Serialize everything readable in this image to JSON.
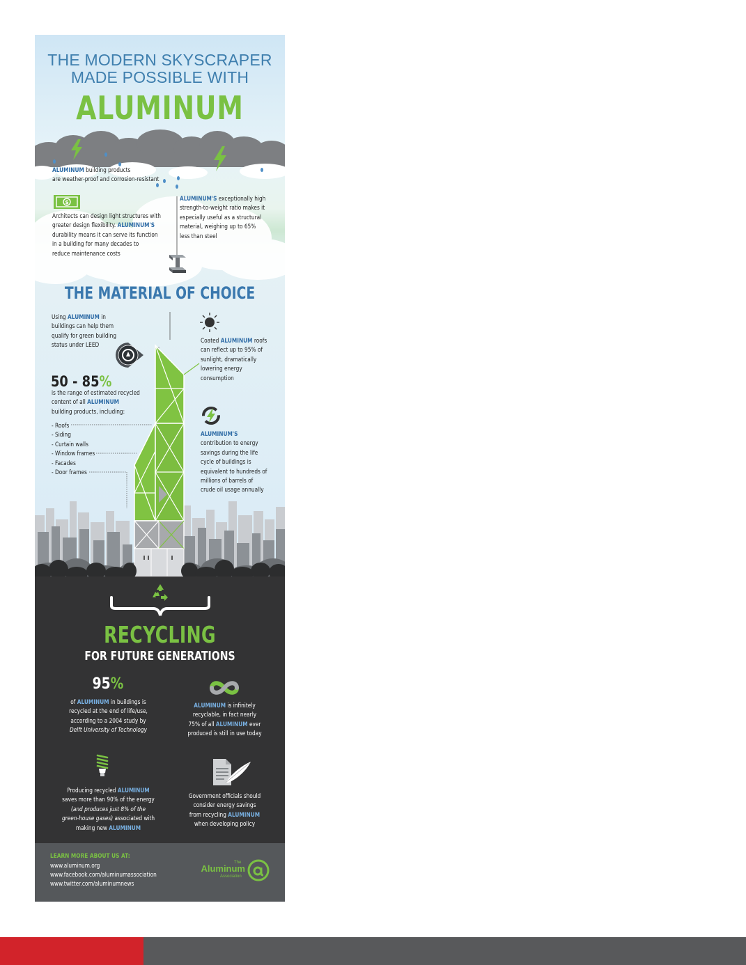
{
  "header": {
    "line1": "THE MODERN SKYSCRAPER",
    "line2": "MADE POSSIBLE WITH",
    "highlight": "ALUMINUM"
  },
  "clouds_section": {
    "weatherproof": {
      "hl": "ALUMINUM",
      "line1_rest": " building products",
      "line2": "are weather-proof and corrosion-resistant"
    },
    "strength": {
      "hl": "ALUMINUM'S",
      "line1_rest": " exceptionally high",
      "line2": "strength-to-weight ratio makes it",
      "line3": "especially useful as a structural",
      "line4": "material, weighing up to 65%",
      "line5": "less than steel"
    },
    "durability": {
      "line1": "Architects can design light structures with",
      "line2_pre": "greater design flexibility. ",
      "line2_hl": "ALUMINUM'S",
      "line3": "durability means it can serve its function",
      "line4": "in a building for many decades to",
      "line5": "reduce maintenance costs"
    }
  },
  "material": {
    "title": "THE MATERIAL OF CHOICE",
    "leed": {
      "line1_pre": "Using ",
      "line1_hl": "ALUMINUM",
      "line1_post": " in",
      "line2": "buildings can help them",
      "line3": "qualify for green building",
      "line4": "status under LEED"
    },
    "roofs": {
      "line1_pre": "Coated ",
      "line1_hl": "ALUMINUM",
      "line1_post": " roofs",
      "line2": "can reflect up to 95%  of",
      "line3": "sunlight, dramatically",
      "line4": "lowering energy",
      "line5": "consumption"
    },
    "range": {
      "num": "50 - 85",
      "pct": "%",
      "line1": "is the range of estimated recycled",
      "line2_pre": "content of all ",
      "line2_hl": "ALUMINUM",
      "line3": "building products, including:"
    },
    "products": [
      "- Roofs",
      "- Siding",
      "- Curtain walls",
      "- Window frames",
      "- Facades",
      "- Door frames"
    ],
    "energy": {
      "hl": "ALUMINUM'S",
      "line2": "contribution to energy",
      "line3": "savings during the life",
      "line4": "cycle of buildings is",
      "line5": "equivalent to hundreds of",
      "line6": "millions of barrels of",
      "line7": "crude oil usage annually"
    }
  },
  "recycling": {
    "title": "RECYCLING",
    "subtitle": "FOR FUTURE GENERATIONS",
    "stat": {
      "num": "95",
      "pct": "%",
      "line1_pre": "of ",
      "line1_hl": "ALUMINUM",
      "line1_post": " in buildings is",
      "line2": "recycled at the end of life/use,",
      "line3": "according to a 2004 study by",
      "line4": "Delft University of Technology"
    },
    "infinite": {
      "line1_hl": "ALUMINUM",
      "line1_post": " is infinitely",
      "line2": "recyclable, in fact nearly",
      "line3_pre": "75% of all ",
      "line3_hl": "ALUMINUM",
      "line3_post": " ever",
      "line4": "produced is still in use today"
    },
    "energy": {
      "line1_pre": "Producing recycled ",
      "line1_hl": "ALUMINUM",
      "line2": "saves more than 90% of the energy",
      "line3": "(and produces just 8% of the",
      "line4_em": "green-house gases)",
      "line4_post": " associated with",
      "line5_pre": "making new ",
      "line5_hl": "ALUMINUM"
    },
    "policy": {
      "line1": "Government officials should",
      "line2": "consider energy savings",
      "line3_pre": "from recycling ",
      "line3_hl": "ALUMINUM",
      "line4": "when developing  policy"
    }
  },
  "footer": {
    "learn": "LEARN MORE ABOUT US AT:",
    "links": [
      "www.aluminum.org",
      "www.facebook.com/aluminumassociation",
      "www.twitter.com/aluminumnews"
    ],
    "logo_the": "The",
    "logo_name": "Aluminum",
    "logo_assoc": "Association"
  },
  "colors": {
    "green": "#7ac143",
    "blue": "#3f7fae",
    "dark": "#333334",
    "footer": "#55585b",
    "red_bar": "#d2232a",
    "gray_bar": "#58595b"
  }
}
